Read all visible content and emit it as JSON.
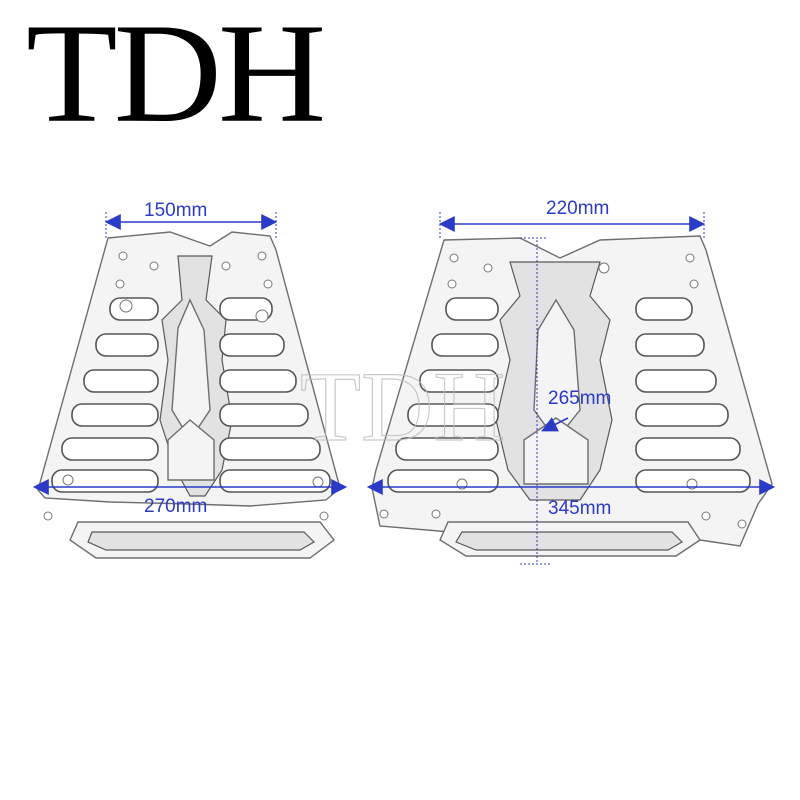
{
  "brand": {
    "logo_text": "TDH"
  },
  "left_view": {
    "top_width": "150mm",
    "bottom_width": "270mm"
  },
  "right_view": {
    "top_width": "220mm",
    "height": "265mm",
    "bottom_width": "345mm"
  },
  "colors": {
    "dimension": "#2b3bc7",
    "outline": "#6e6e6e"
  }
}
